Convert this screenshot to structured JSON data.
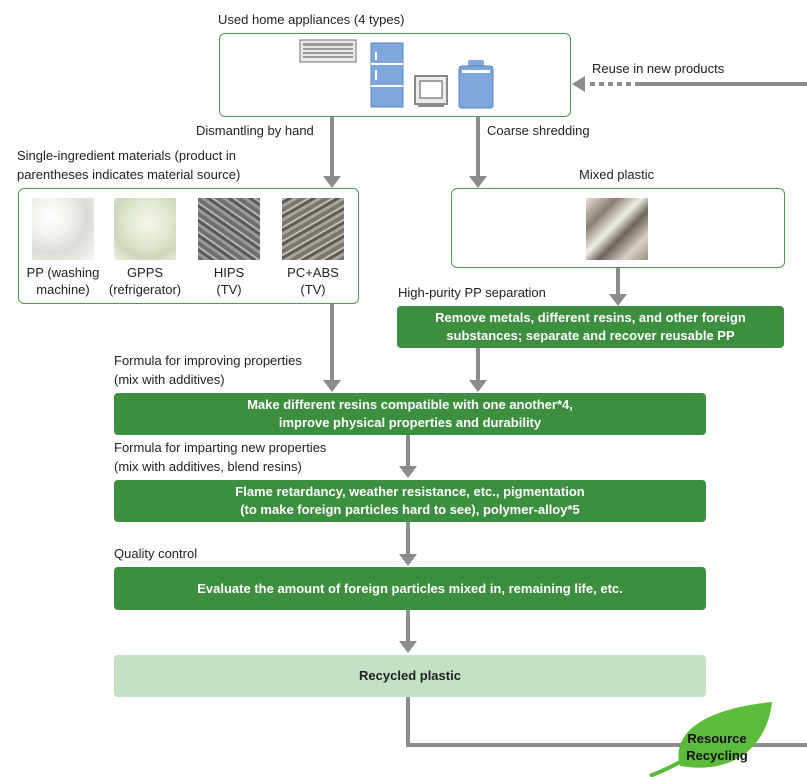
{
  "appliances": {
    "title": "Used home appliances (4 types)",
    "icons": [
      "air-conditioner-icon",
      "refrigerator-icon",
      "tv-icon",
      "washing-machine-icon"
    ]
  },
  "reuse_label": "Reuse in new products",
  "dismantle_label": "Dismantling by hand",
  "shred_label": "Coarse shredding",
  "single_materials": {
    "heading_line1": "Single-ingredient materials (product in",
    "heading_line2": "parentheses indicates material source)",
    "items": [
      {
        "line1": "PP (washing",
        "line2": "machine)"
      },
      {
        "line1": "GPPS",
        "line2": "(refrigerator)"
      },
      {
        "line1": "HIPS",
        "line2": "(TV)"
      },
      {
        "line1": "PC+ABS",
        "line2": "(TV)"
      }
    ]
  },
  "mixed_plastic_label": "Mixed plastic",
  "pp_separation": {
    "label": "High-purity PP separation",
    "box_line1": "Remove metals, different resins, and other foreign",
    "box_line2": "substances; separate and recover reusable PP"
  },
  "improve": {
    "label_line1": "Formula for improving properties",
    "label_line2": "(mix with additives)",
    "box_line1": "Make different resins compatible with one another*4,",
    "box_line2": "improve physical properties and durability"
  },
  "impart": {
    "label_line1": "Formula for imparting new properties",
    "label_line2": "(mix with additives, blend resins)",
    "box_line1": "Flame retardancy, weather resistance, etc., pigmentation",
    "box_line2": "(to make foreign particles hard to see), polymer-alloy*5"
  },
  "quality": {
    "label": "Quality control",
    "box": "Evaluate the amount of foreign particles mixed in, remaining life, etc."
  },
  "recycled": "Recycled plastic",
  "resource": {
    "line1": "Resource",
    "line2": "Recycling"
  },
  "colors": {
    "dark_green": "#3c8f3f",
    "light_green": "#c4e0c5",
    "leaf_green": "#5dbb3c",
    "arrow_gray": "#8c8c8c",
    "appliance_blue": "#7fa7db"
  }
}
